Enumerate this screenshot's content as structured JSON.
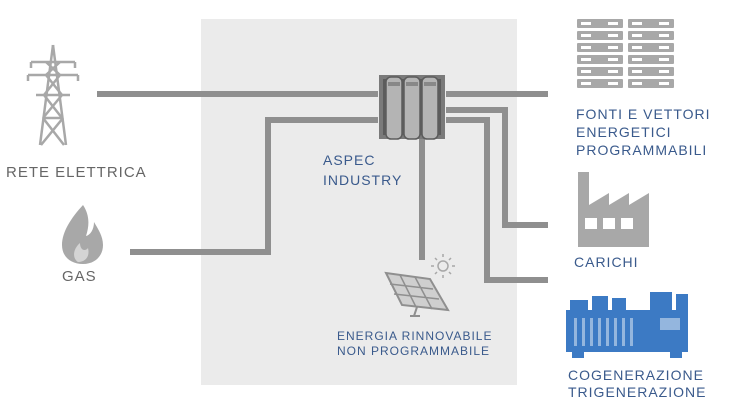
{
  "colors": {
    "panel": "#ebebeb",
    "line": "#8f8f8f",
    "icon_gray": "#a8a8a8",
    "icon_dark": "#7a7a7a",
    "cogeneration_blue": "#3c7ac4",
    "label_gray": "#666666",
    "label_blue": "#3a5a8c"
  },
  "labels": {
    "grid": "RETE ELETTRICA",
    "gas": "GAS",
    "device_line1": "ASPEC",
    "device_line2": "INDUSTRY",
    "renewable_line1": "ENERGIA RINNOVABILE",
    "renewable_line2": "NON PROGRAMMABILE",
    "sources_line1": "FONTI E VETTORI",
    "sources_line2": "ENERGETICI",
    "sources_line3": "PROGRAMMABILI",
    "loads": "CARICHI",
    "cogen_line1": "COGENERAZIONE",
    "cogen_line2": "TRIGENERAZIONE"
  },
  "icons": {
    "grid": "power-pylon-icon",
    "gas": "flame-icon",
    "device": "switchgear-cabinet-icon",
    "renewable": "solar-panel-icon",
    "sources": "server-rack-icon",
    "loads": "factory-icon",
    "cogen": "generator-engine-icon"
  }
}
